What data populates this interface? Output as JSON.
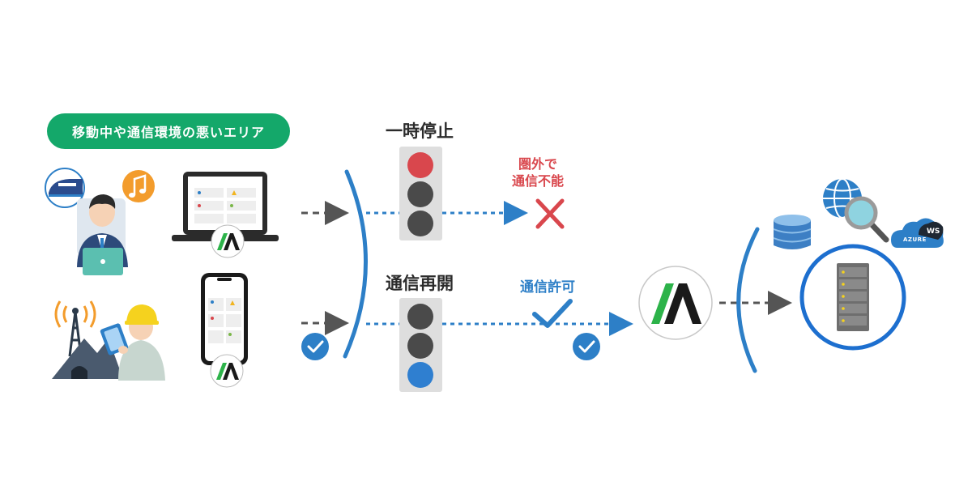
{
  "header": {
    "area_label": "移動中や通信環境の悪いエリア"
  },
  "states": {
    "pause": {
      "label": "一時停止",
      "active_light": "red"
    },
    "resume": {
      "label": "通信再開",
      "active_light": "blue"
    }
  },
  "status": {
    "no_service_line1": "圏外で",
    "no_service_line2": "通信不能",
    "allowed": "通信許可"
  },
  "cloud": {
    "azure": "AZURE",
    "aws": "WS"
  },
  "colors": {
    "green": "#14a86a",
    "blue": "#2d7fc7",
    "red": "#d9474d",
    "orange": "#f39c2c",
    "light_red": "#d9474d",
    "light_off": "#4a4a4a",
    "light_blue": "#2f7fd0",
    "logo_green": "#2db34a"
  },
  "icons": [
    "bullet-train-icon",
    "person-laptop-icon",
    "music-note-icon",
    "laptop-icon",
    "smartphone-icon",
    "radio-tower-icon",
    "mountain-tunnel-icon",
    "worker-tablet-icon",
    "traffic-light-icon",
    "check-icon",
    "cross-icon",
    "app-logo-icon",
    "database-icon",
    "globe-icon",
    "magnifier-icon",
    "cloud-icon",
    "server-icon"
  ]
}
